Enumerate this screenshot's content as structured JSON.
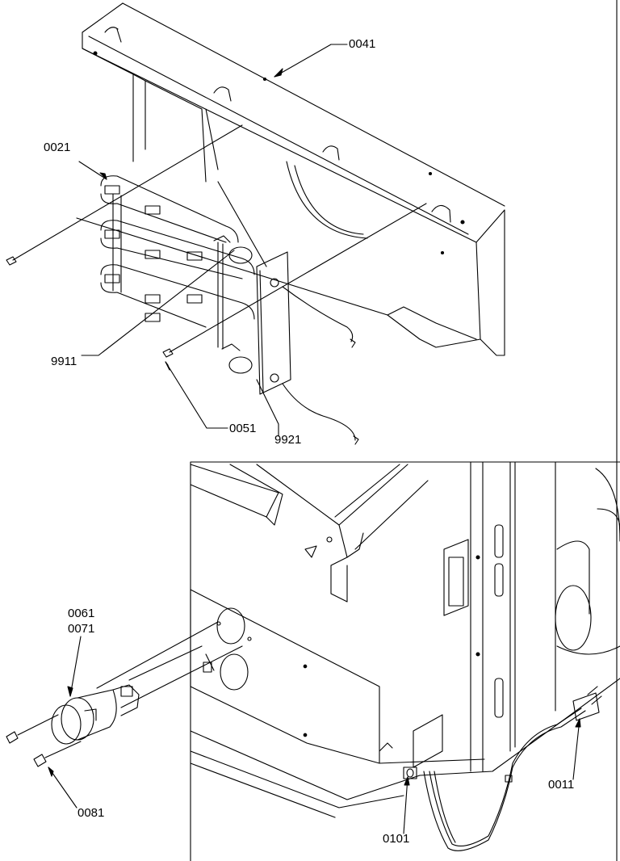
{
  "callouts": {
    "c0041": "0041",
    "c0021": "0021",
    "c9911": "9911",
    "c0051": "0051",
    "c9921": "9921",
    "c0061": "0061",
    "c0071": "0071",
    "c0081": "0081",
    "c0101": "0101",
    "c0011": "0011"
  },
  "colors": {
    "ink": "#000000",
    "paper": "#ffffff"
  }
}
